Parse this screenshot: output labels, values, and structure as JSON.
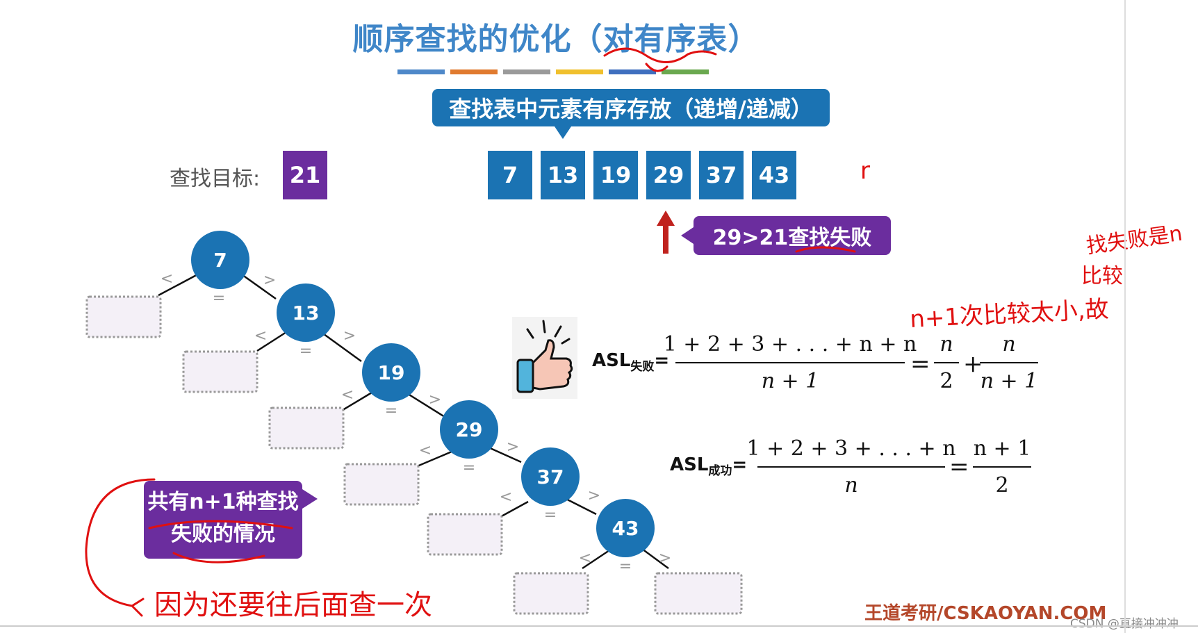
{
  "title": "顺序查找的优化（对有序表）",
  "color_bar": [
    "#4e88c9",
    "#e07a2f",
    "#9a9a9a",
    "#f0c02d",
    "#3f6fbf",
    "#6aa84f"
  ],
  "sorted_note": "查找表中元素有序存放（递增/递减）",
  "target_label": "查找目标:",
  "target_value": "21",
  "array": [
    "7",
    "13",
    "19",
    "29",
    "37",
    "43"
  ],
  "fail_note": "29>21查找失败",
  "tree": {
    "nodes": [
      "7",
      "13",
      "19",
      "29",
      "37",
      "43"
    ],
    "lt": "<",
    "gt": ">",
    "eq": "="
  },
  "cases_note": {
    "line1": "共有n+1种查找",
    "line2": "失败的情况"
  },
  "asl_fail": {
    "label": "ASL",
    "sub": "失败",
    "eq": "=",
    "num": "1 + 2 + 3 + . . . + n + n",
    "den": "n + 1",
    "rhs1_num": "n",
    "rhs1_den": "2",
    "plus": "+",
    "rhs2_num": "n",
    "rhs2_den": "n + 1"
  },
  "asl_success": {
    "label": "ASL",
    "sub": "成功",
    "eq": "=",
    "num": "1 + 2 + 3 + . . . + n",
    "den": "n",
    "rhs_num": "n + 1",
    "rhs_den": "2"
  },
  "handwriting": {
    "top_right": "n+1次比较太小,故",
    "top_right2": "比较",
    "top_right3": "找失败是n",
    "bottom": "因为还要往后面查一次",
    "mark_r": "r"
  },
  "footer_brand": "王道考研/CSKAOYAN.COM",
  "csdn": "CSDN @直接冲冲冲",
  "colors": {
    "blue": "#1b73b3",
    "purple": "#6b2d9e",
    "red": "#c0221e",
    "handwriting": "#e01010"
  }
}
